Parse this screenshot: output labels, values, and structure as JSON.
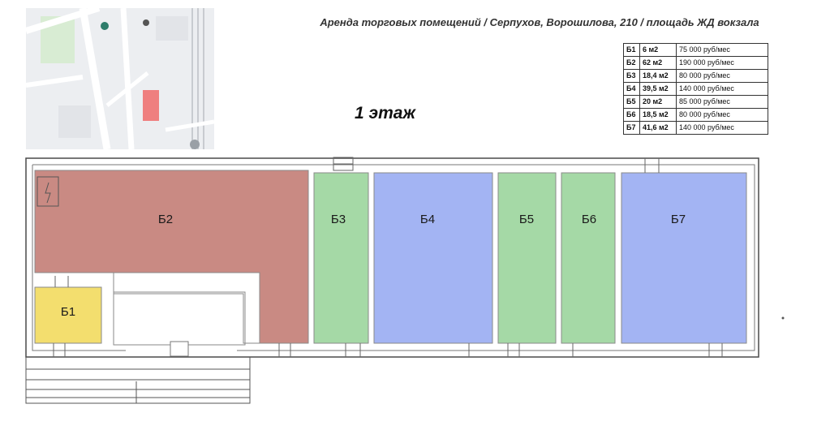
{
  "header": {
    "title": "Аренда торговых помещений / Серпухов, Ворошилова, 210 / площадь ЖД вокзала"
  },
  "floor": {
    "label": "1 этаж"
  },
  "units": [
    {
      "id": "Б1",
      "area": "6 м2",
      "price": "75 000 руб/мес",
      "color": "#f3de6e"
    },
    {
      "id": "Б2",
      "area": "62 м2",
      "price": "190 000 руб/мес",
      "color": "#c98a83"
    },
    {
      "id": "Б3",
      "area": "18,4 м2",
      "price": "80 000 руб/мес",
      "color": "#a5d9a6"
    },
    {
      "id": "Б4",
      "area": "39,5 м2",
      "price": "140 000 руб/мес",
      "color": "#a3b4f3"
    },
    {
      "id": "Б5",
      "area": "20 м2",
      "price": "85 000 руб/мес",
      "color": "#a5d9a6"
    },
    {
      "id": "Б6",
      "area": "18,5 м2",
      "price": "80 000 руб/мес",
      "color": "#a5d9a6"
    },
    {
      "id": "Б7",
      "area": "41,6 м2",
      "price": "140 000 руб/мес",
      "color": "#a3b4f3"
    }
  ],
  "map": {
    "highlight_color": "#ef7f7f"
  }
}
